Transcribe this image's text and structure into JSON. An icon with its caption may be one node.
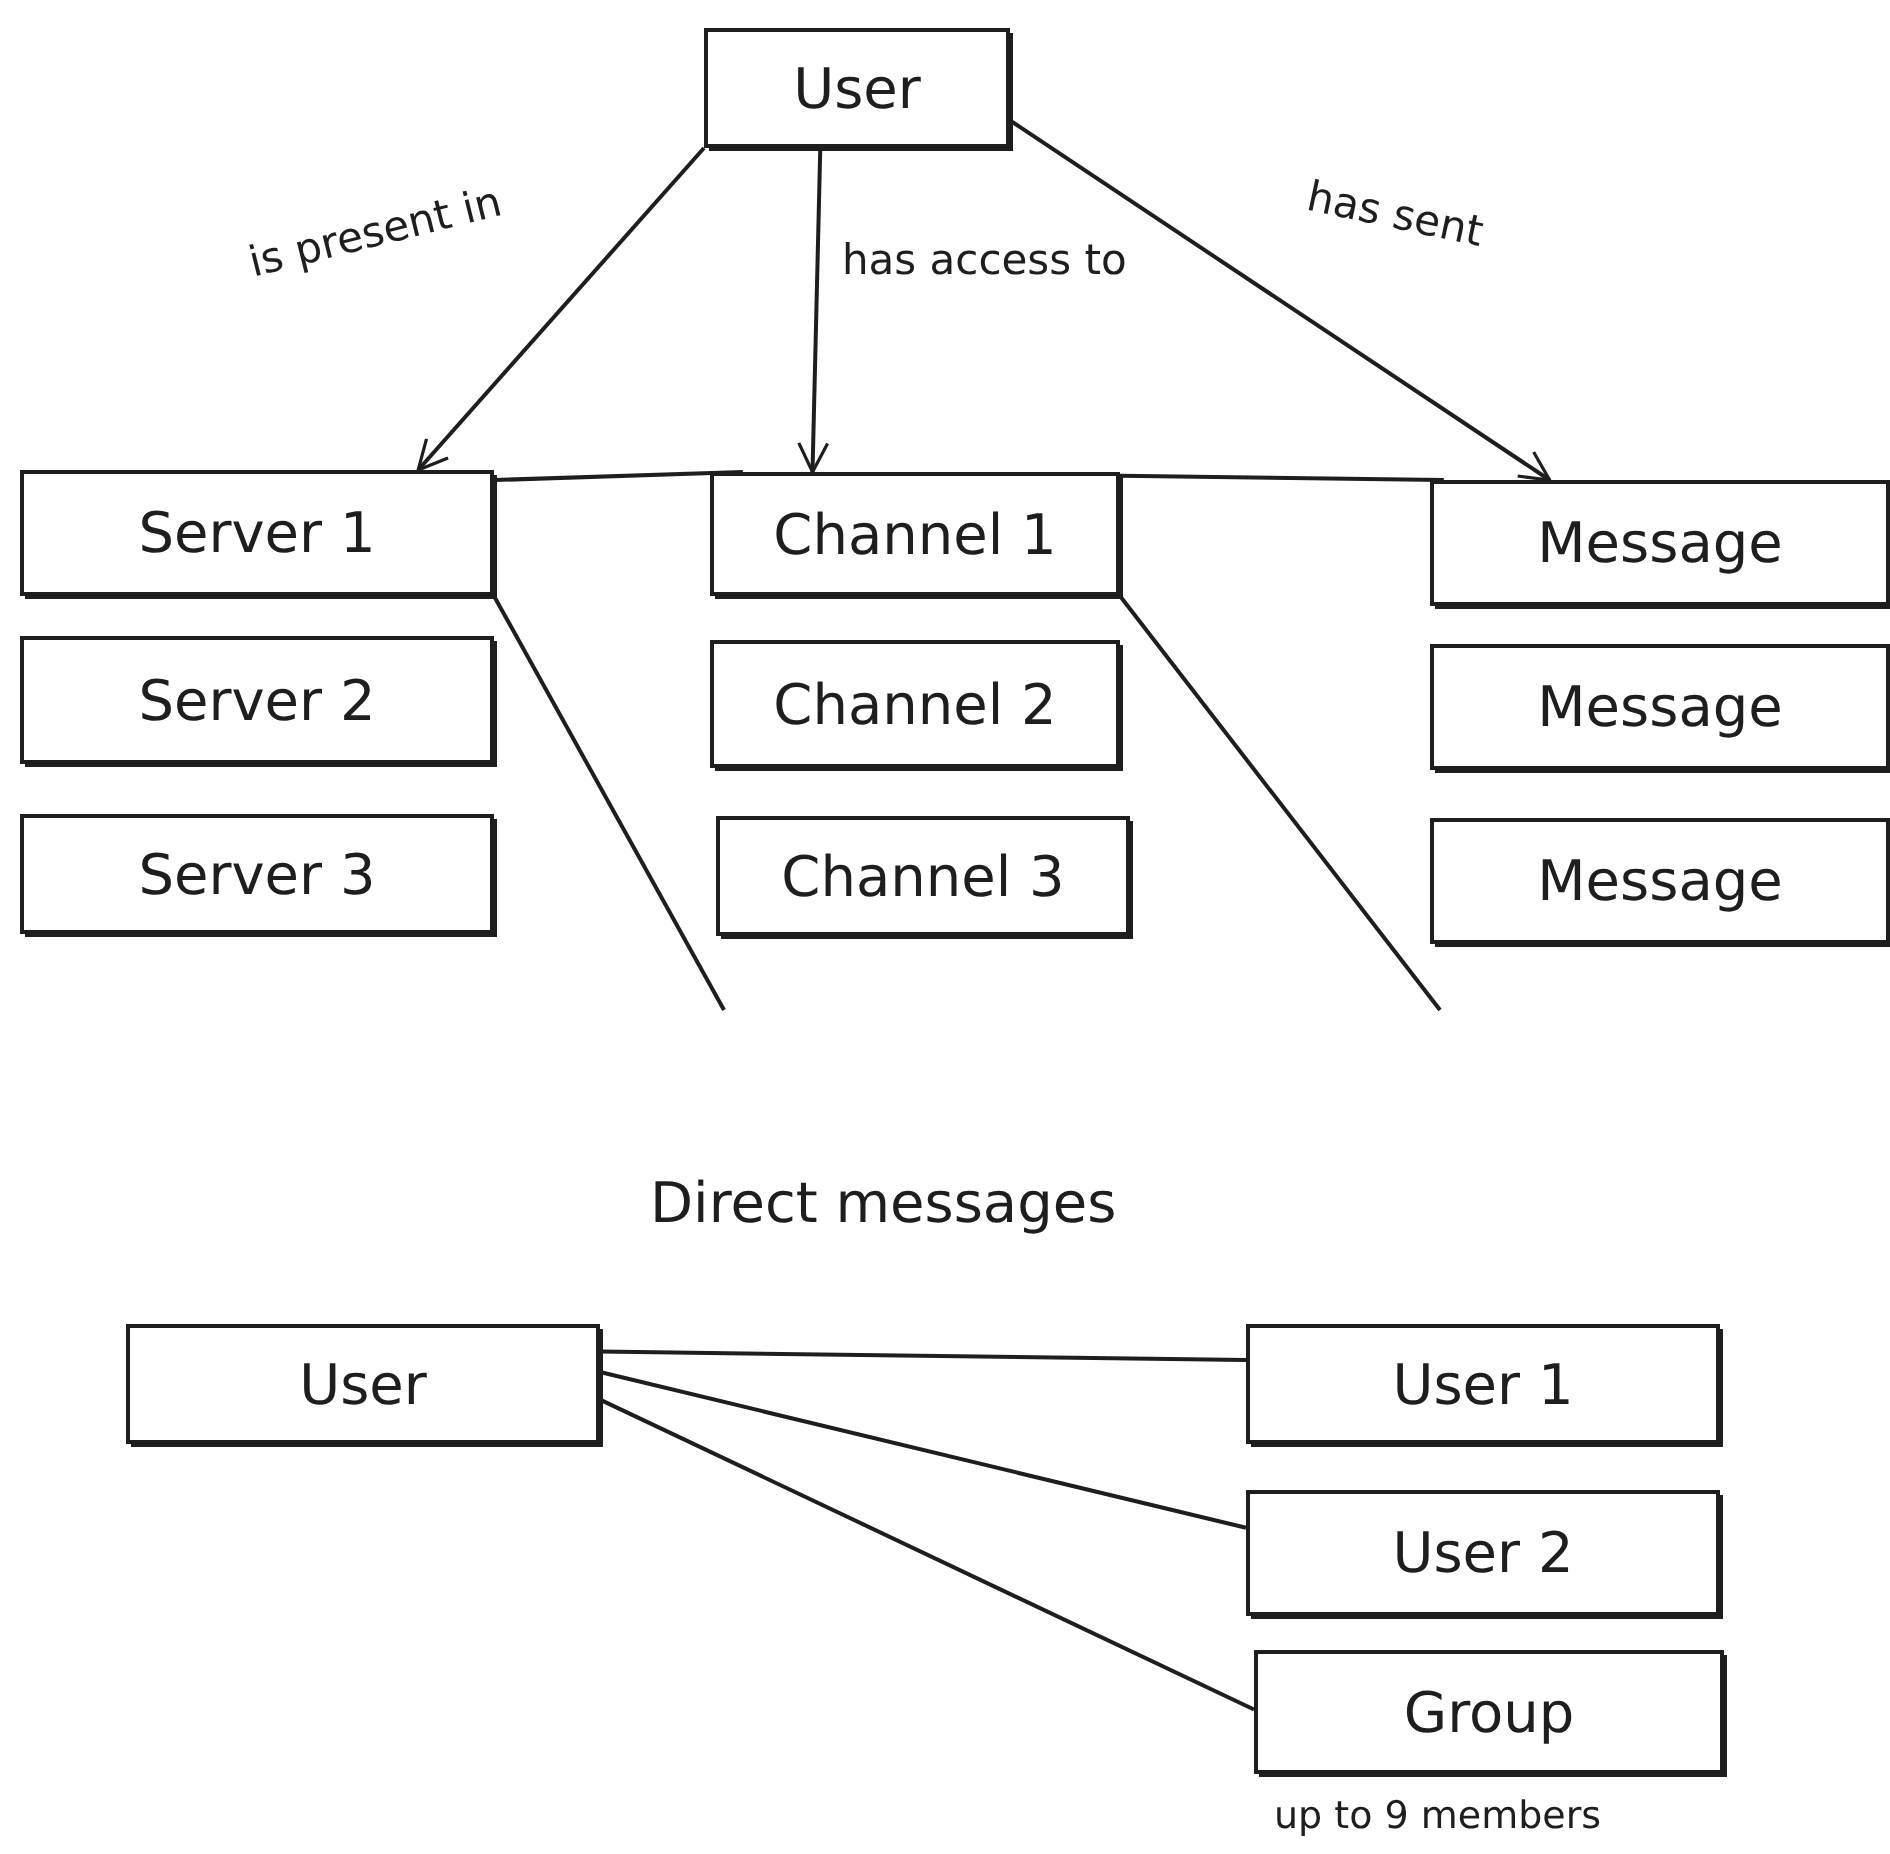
{
  "diagram": {
    "nodes": [
      {
        "text": [
          "User"
        ]
      },
      {
        "text": [
          "Server 1"
        ]
      },
      {
        "text": [
          "Server 2"
        ]
      },
      {
        "text": [
          "Server 3"
        ]
      },
      {
        "text": [
          "Channel 1"
        ]
      },
      {
        "text": [
          "Channel 2"
        ]
      },
      {
        "text": [
          "Channel 3"
        ]
      },
      {
        "text": [
          "Message"
        ]
      },
      {
        "text": [
          "Message"
        ]
      },
      {
        "text": [
          "Message"
        ]
      },
      {
        "text": [
          "User"
        ]
      },
      {
        "text": [
          "User 1"
        ]
      },
      {
        "text": [
          "User 2"
        ]
      },
      {
        "text": [
          "Group"
        ],
        "beside": [
          "up to 9 members"
        ]
      }
    ],
    "edges": [
      {
        "from": 0,
        "to": 1,
        "arrow": "to",
        "label": "is present in"
      },
      {
        "from": 0,
        "to": 4,
        "arrow": "to",
        "label": "has access to"
      },
      {
        "from": 0,
        "to": 7,
        "arrow": "to",
        "label": "has sent"
      },
      {
        "from": 1,
        "to": 4,
        "arrow": "none"
      },
      {
        "from": 4,
        "to": 7,
        "arrow": "none"
      },
      {
        "from": 1,
        "to": null,
        "arrow": "none"
      },
      {
        "from": 4,
        "to": null,
        "arrow": "none"
      },
      {
        "from": 10,
        "to": 11,
        "arrow": "none"
      },
      {
        "from": 10,
        "to": 12,
        "arrow": "none"
      },
      {
        "from": 10,
        "to": 13,
        "arrow": "none"
      }
    ],
    "labels": [
      "Direct messages"
    ]
  }
}
